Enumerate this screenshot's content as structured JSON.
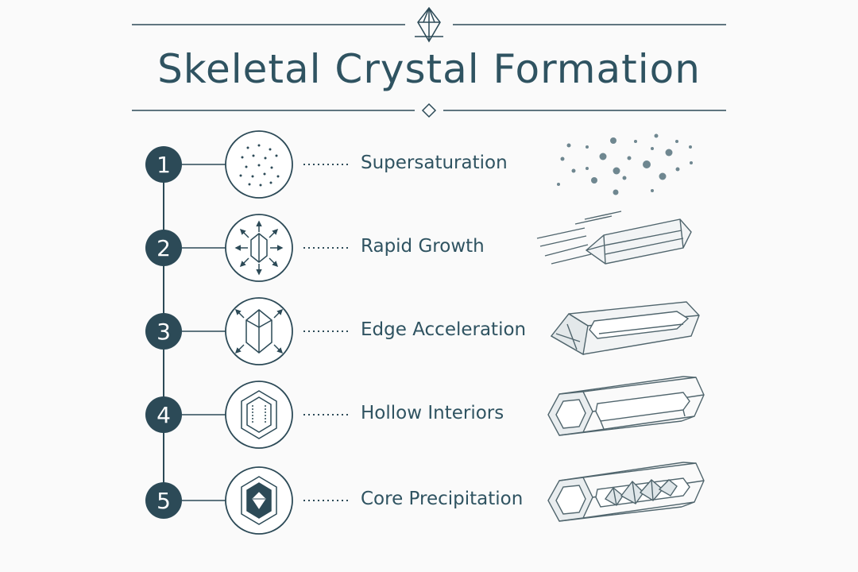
{
  "title": "Skeletal Crystal Formation",
  "steps": [
    {
      "number": "1",
      "label": "Supersaturation"
    },
    {
      "number": "2",
      "label": "Rapid Growth"
    },
    {
      "number": "3",
      "label": "Edge Acceleration"
    },
    {
      "number": "4",
      "label": "Hollow Interiors"
    },
    {
      "number": "5",
      "label": "Core Precipitation"
    }
  ],
  "colors": {
    "ink": "#2c4a57",
    "background": "#fafafa"
  }
}
